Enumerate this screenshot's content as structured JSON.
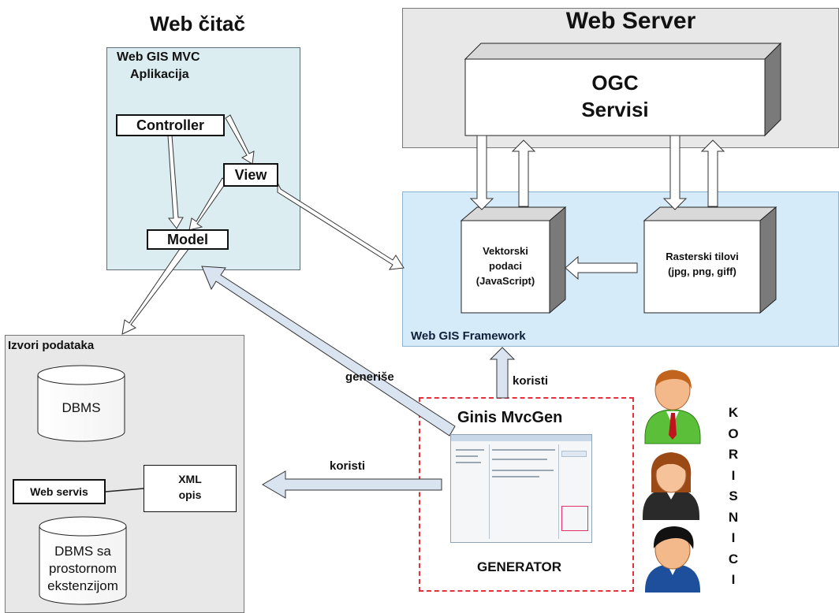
{
  "web_browser": {
    "title": "Web čitač",
    "app_title_line1": "Web GIS MVC",
    "app_title_line2": "Aplikacija",
    "controller": "Controller",
    "view": "View",
    "model": "Model"
  },
  "web_server": {
    "title": "Web Server",
    "ogc_line1": "OGC",
    "ogc_line2": "Servisi"
  },
  "framework": {
    "title": "Web GIS Framework",
    "vector_line1": "Vektorski",
    "vector_line2": "podaci",
    "vector_line3": "(JavaScript)",
    "raster_line1": "Rasterski tilovi",
    "raster_line2": "(jpg, png, giff)"
  },
  "data_sources": {
    "title": "Izvori podataka",
    "dbms": "DBMS",
    "web_service": "Web servis",
    "xml_line1": "XML",
    "xml_line2": "opis",
    "spatial_line1": "DBMS sa",
    "spatial_line2": "prostornom",
    "spatial_line3": "ekstenzijom"
  },
  "generator": {
    "title": "Ginis MvcGen",
    "caption": "GENERATOR"
  },
  "edges": {
    "generates": "generiše",
    "uses_framework": "koristi",
    "uses_sources": "koristi"
  },
  "users_vertical": [
    "K",
    "O",
    "R",
    "I",
    "S",
    "N",
    "I",
    "C",
    "I"
  ],
  "colors": {
    "browser_panel": "#dcedf1",
    "framework_panel": "#d5ebf9",
    "server_panel": "#e8e8e8",
    "sources_panel": "#e8e8e8",
    "generator_border": "#e8303a"
  }
}
